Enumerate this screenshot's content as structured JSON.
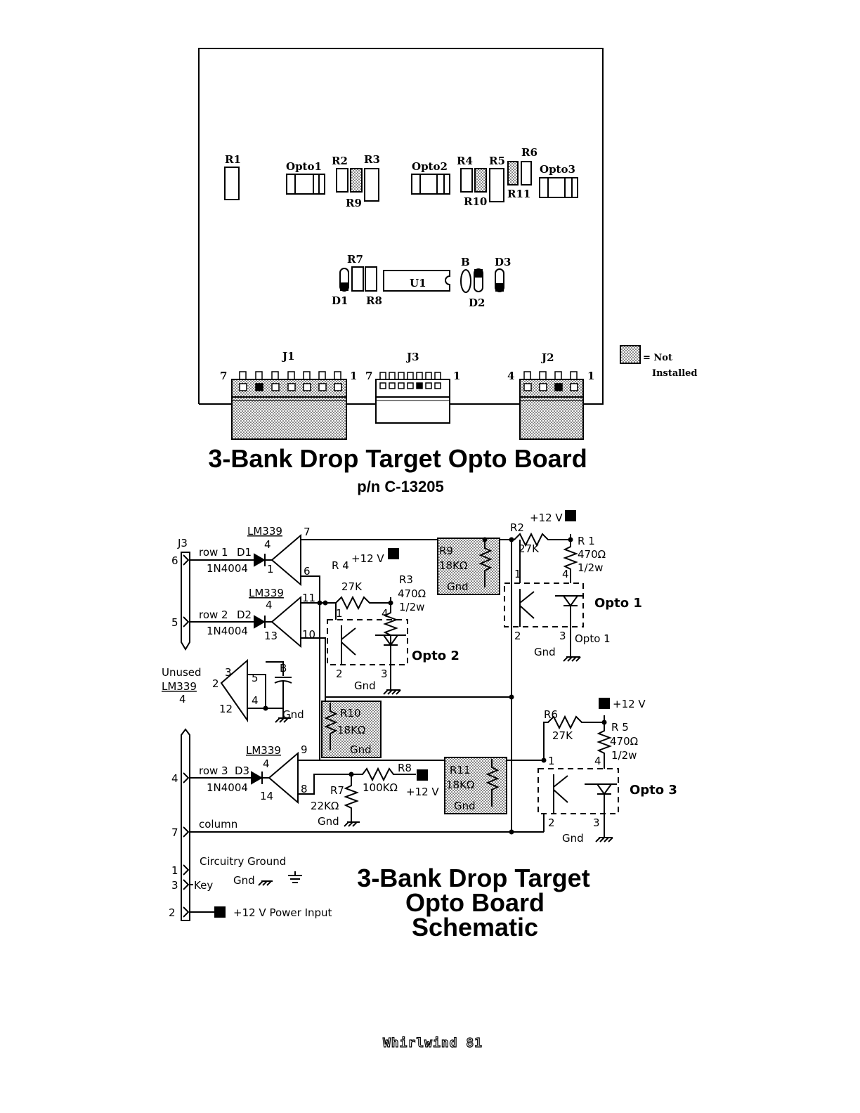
{
  "board": {
    "r1": "R1",
    "opto1": "Opto1",
    "r2": "R2",
    "r3": "R3",
    "r9": "R9",
    "opto2": "Opto2",
    "r4": "R4",
    "r5": "R5",
    "r6": "R6",
    "r10": "R10",
    "r11": "R11",
    "opto3": "Opto3",
    "r7": "R7",
    "u1": "U1",
    "b": "B",
    "d3": "D3",
    "d1": "D1",
    "r8": "R8",
    "d2": "D2",
    "j1": "J1",
    "j3": "J3",
    "j2": "J2",
    "j1_left": "7",
    "j1_right": "1",
    "j3_left": "7",
    "j3_right": "1",
    "j2_left": "4",
    "j2_right": "1"
  },
  "legend": {
    "line1": "= Not",
    "line2": "Installed"
  },
  "titles": {
    "board_title": "3-Bank Drop Target Opto Board",
    "part_number": "p/n   C-13205",
    "schematic_title_1": "3-Bank Drop Target",
    "schematic_title_2": "Opto Board",
    "schematic_title_3": "Schematic"
  },
  "schematic": {
    "j3": "J3",
    "pin6": "6",
    "pin5": "5",
    "pin4": "4",
    "pin7": "7",
    "pin1": "1",
    "pin3": "3",
    "pin2": "2",
    "row1": "row 1",
    "row2": "row 2",
    "row3": "row 3",
    "d1": "D1",
    "d2": "D2",
    "d3": "D3",
    "diode": "1N4004",
    "lm339": "LM339",
    "unused": "Unused",
    "four": "4",
    "p7": "7",
    "p1": "1",
    "p6": "6",
    "p11": "11",
    "p13": "13",
    "p10": "10",
    "p3": "3",
    "p2": "2",
    "p5": "5",
    "p4": "4",
    "p12": "12",
    "p9": "9",
    "p14": "14",
    "p8": "8",
    "b": "B",
    "gnd": "Gnd",
    "r1": "R 1",
    "r1v": "470Ω",
    "r1w": "1/2w",
    "r2": "R2",
    "r2v": "27K",
    "plus12": "+12 V",
    "r3": "R3",
    "r3v": "470Ω",
    "r3w": "1/2w",
    "r4": "R 4",
    "r4v": "27K",
    "r5": "R 5",
    "r5v": "470Ω",
    "r5w": "1/2w",
    "r6": "R6",
    "r6v": "27K",
    "r7": "R7",
    "r7v": "22KΩ",
    "r8": "R8",
    "r8v": "100KΩ",
    "r9": "R9",
    "r9v": "18KΩ",
    "r10": "R10",
    "r10v": "18KΩ",
    "r11": "R11",
    "r11v": "18KΩ",
    "opto1": "Opto 1",
    "opto1s": "Opto 1",
    "opto2": "Opto 2",
    "opto3": "Opto 3",
    "column": "column",
    "circuitry_ground": "Circuitry Ground",
    "key": "Key",
    "power_input": "+12 V Power Input"
  },
  "footer": {
    "text": "Whirlwind   81"
  }
}
